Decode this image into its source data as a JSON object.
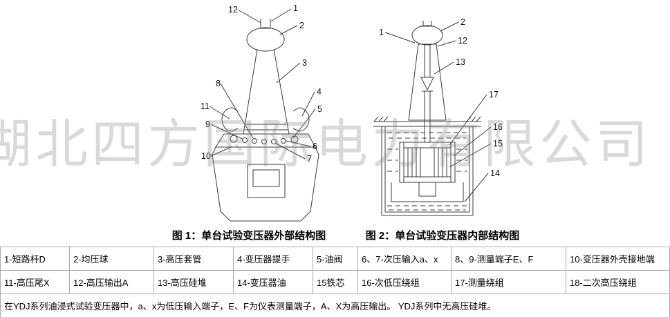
{
  "watermark": "湖北四方国际电力有限公司",
  "figure1": {
    "caption": "图 1：单台试验变压器外部结构图",
    "callouts": [
      "12",
      "1",
      "2",
      "3",
      "8",
      "11",
      "9",
      "10",
      "4",
      "5",
      "6",
      "7"
    ]
  },
  "figure2": {
    "caption": "图 2：单台试验变压器内部结构图",
    "callouts": [
      "1",
      "2",
      "12",
      "13",
      "17",
      "16",
      "15",
      "14"
    ]
  },
  "table": {
    "rows": [
      [
        "1-短路杆D",
        "2-均压球",
        "3-高压套管",
        "4-变压器提手",
        "5-油阀",
        "6、7-次压输入a、x",
        "8、9-测量端子E、F",
        "10-变压器外壳接地端"
      ],
      [
        "11-高压尾X",
        "12-高压输出A",
        "13-高压硅堆",
        "14-变压器油",
        "15铁芯",
        "16-次低压绕组",
        "17-测量绕组",
        "18-二次高压绕组"
      ]
    ],
    "note": "在YDJ系列油浸式试验变压器中，a、x为低压输入端子，E、F为仪表测量端子，A、X为高压输出。 YDJ系列中无高压硅堆。"
  }
}
